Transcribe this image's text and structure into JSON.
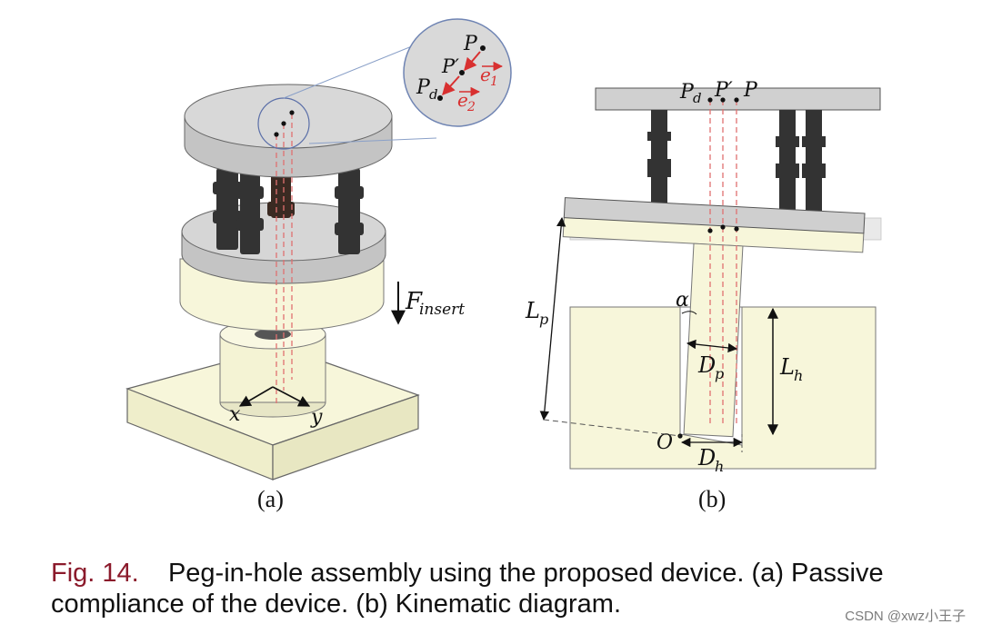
{
  "figure": {
    "a": {
      "sublabel": "(a)",
      "point_P": "P",
      "point_Pprime": "P′",
      "point_Pd": "P",
      "point_Pd_sub": "d",
      "vec_e1": "e",
      "vec_e1_sub": "1",
      "vec_e2": "e",
      "vec_e2_sub": "2",
      "force_main": "F",
      "force_sub": "insert",
      "axis_x": "x",
      "axis_y": "y"
    },
    "b": {
      "sublabel": "(b)",
      "point_Pd": "P",
      "point_Pd_sub": "d",
      "point_Pprime": "P′",
      "point_P": "P",
      "Lp_main": "L",
      "Lp_sub": "p",
      "alpha": "α",
      "Dp_main": "D",
      "Dp_sub": "p",
      "Lh_main": "L",
      "Lh_sub": "h",
      "origin": "O",
      "Dh_main": "D",
      "Dh_sub": "h"
    },
    "colors": {
      "plate_gray": "#d4d4d4",
      "cream": "#f7f6da",
      "actuator": "#333333",
      "dashed_red": "#e07070",
      "vector_red": "#d83030",
      "caption_red": "#8b1a2b"
    }
  },
  "caption": {
    "number": "Fig. 14.",
    "text": "Peg-in-hole assembly using the proposed device. (a) Passive compliance of the device. (b) Kinematic diagram."
  },
  "watermark": "CSDN @xwz小王子"
}
